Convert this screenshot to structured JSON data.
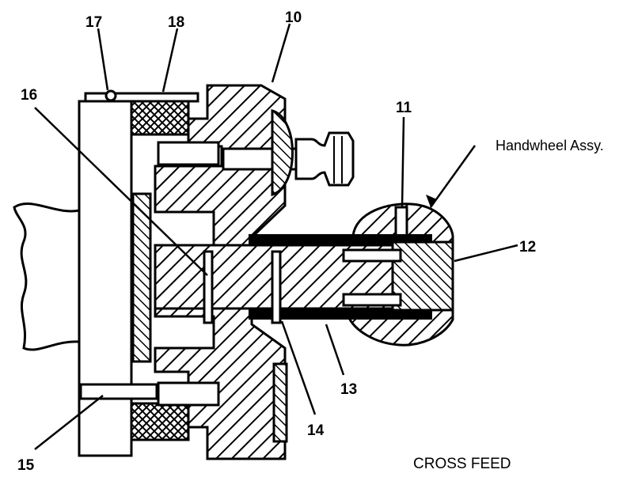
{
  "diagram": {
    "callouts": {
      "c10": "10",
      "c11": "11",
      "c12": "12",
      "c13": "13",
      "c14": "14",
      "c15": "15",
      "c16": "16",
      "c17": "17",
      "c18": "18"
    },
    "handwheel_label": "Handwheel Assy.",
    "caption": "CROSS FEED"
  }
}
